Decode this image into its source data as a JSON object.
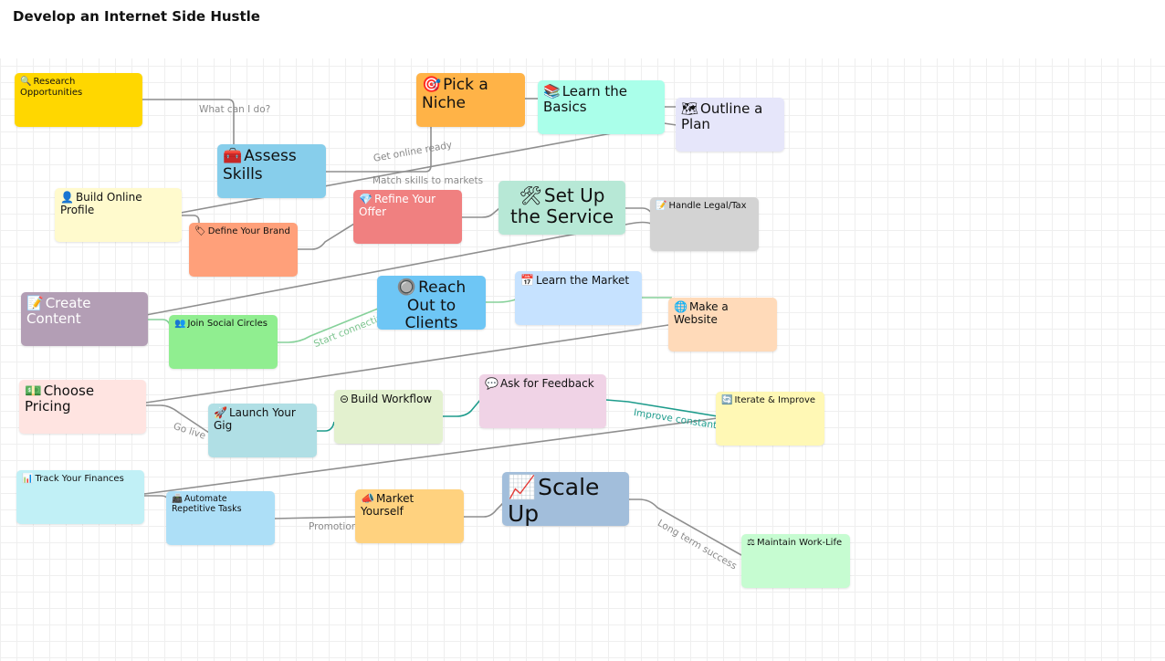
{
  "title": "Develop an Internet Side Hustle",
  "nodes": {
    "research": {
      "icon": "🔍",
      "label": "Research Opportunities"
    },
    "assess": {
      "icon": "🧰",
      "label": "Assess Skills"
    },
    "niche": {
      "icon": "🎯",
      "label": "Pick a Niche"
    },
    "basics": {
      "icon": "📚",
      "label": "Learn the Basics"
    },
    "outline": {
      "icon": "🗺",
      "label": "Outline a Plan"
    },
    "profile": {
      "icon": "👤",
      "label": "Build Online Profile"
    },
    "brand": {
      "icon": "🏷",
      "label": "Define Your Brand"
    },
    "refine": {
      "icon": "💎",
      "label": "Refine Your Offer"
    },
    "setup": {
      "icon": "🛠",
      "label": "Set Up the Service"
    },
    "legal": {
      "icon": "📝",
      "label": "Handle Legal/Tax"
    },
    "content": {
      "icon": "📝",
      "label": "Create Content"
    },
    "social": {
      "icon": "👥",
      "label": "Join Social Circles"
    },
    "reach": {
      "icon": "🔘",
      "label": "Reach Out to Clients"
    },
    "market": {
      "icon": "📅",
      "label": "Learn the Market"
    },
    "website": {
      "icon": "🌐",
      "label": "Make a Website"
    },
    "pricing": {
      "icon": "💵",
      "label": "Choose Pricing"
    },
    "gig": {
      "icon": "🚀",
      "label": "Launch Your Gig"
    },
    "workflow": {
      "icon": "⊝",
      "label": "Build Workflow"
    },
    "feedback": {
      "icon": "💬",
      "label": "Ask for Feedback"
    },
    "iterate": {
      "icon": "🔄",
      "label": "Iterate & Improve"
    },
    "finances": {
      "icon": "📊",
      "label": "Track Your Finances"
    },
    "automate": {
      "icon": "📠",
      "label": "Automate Repetitive Tasks"
    },
    "marketyou": {
      "icon": "📣",
      "label": "Market Yourself"
    },
    "scale": {
      "icon": "📈",
      "label": "Scale Up"
    },
    "worklife": {
      "icon": "⚖",
      "label": "Maintain Work-Life"
    }
  },
  "edge_labels": {
    "what": "What can I do?",
    "online": "Get online ready",
    "match": "Match skills to markets",
    "connect": "Start connecting",
    "golive": "Go live",
    "improve": "Improve constantly",
    "promotion": "Promotion",
    "longterm": "Long term success"
  },
  "colors": {
    "edge_gray": "#8f8f8f",
    "edge_green": "#86d19a",
    "edge_teal": "#1e9c8c"
  }
}
